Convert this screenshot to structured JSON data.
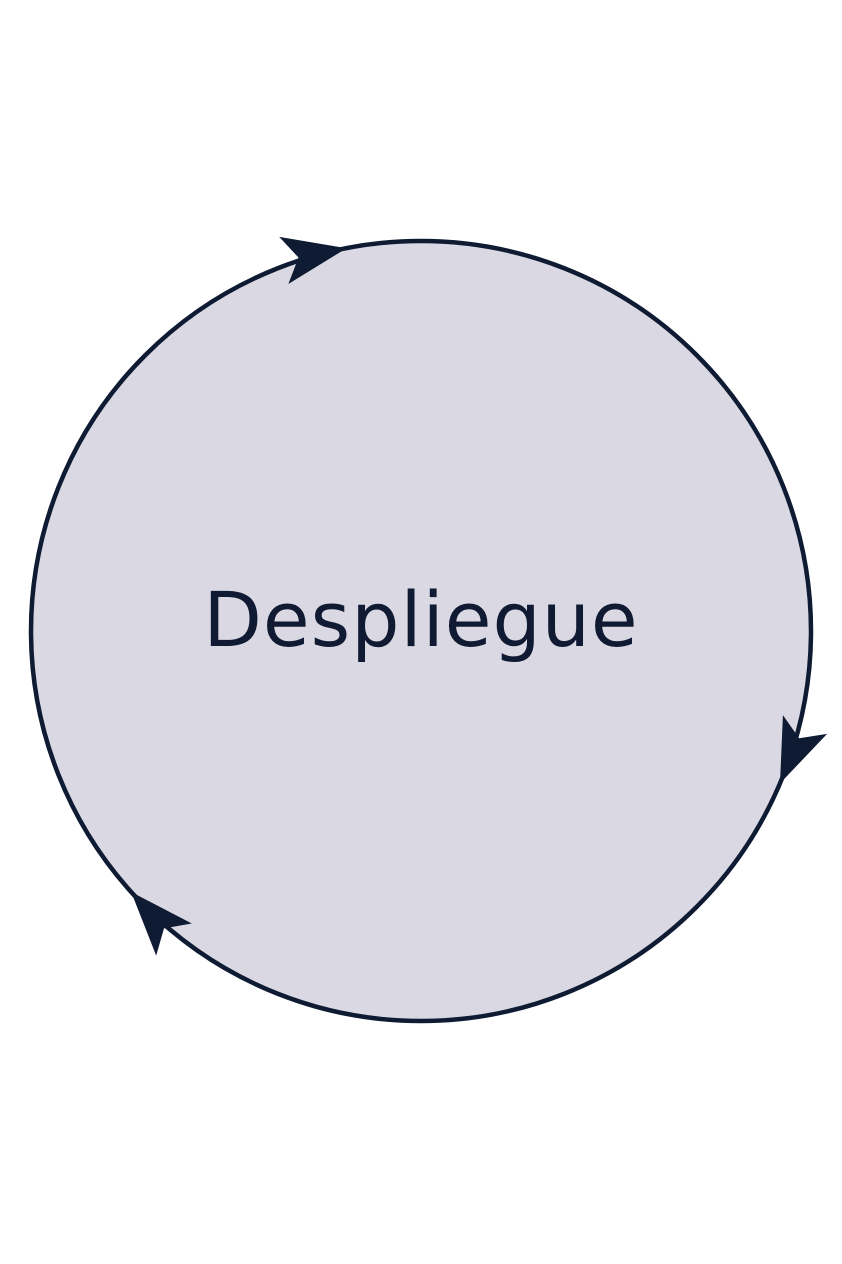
{
  "diagram": {
    "type": "cycle",
    "center_label": "Despliegue",
    "direction": "clockwise",
    "arrow_count": 3
  },
  "colors": {
    "background": "#ffffff",
    "circle_fill": "#dad9e3",
    "stroke": "#0e1b33",
    "text": "#101a33"
  }
}
